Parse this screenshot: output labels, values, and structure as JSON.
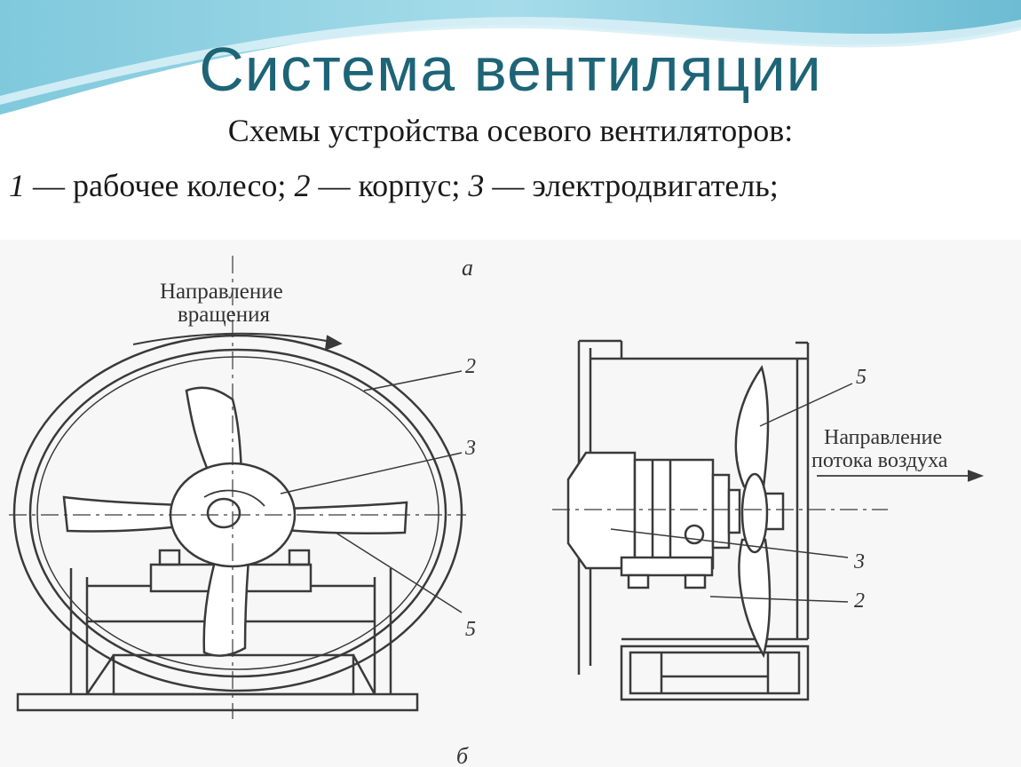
{
  "slide": {
    "title": "Система вентиляции",
    "subtitle": "Схемы устройства осевого вентиляторов:",
    "legend": {
      "n1": "1",
      "t1": " — рабочее колесо; ",
      "n2": "2",
      "t2": " — корпус; ",
      "n3": "3",
      "t3": " — электродвигатель;"
    }
  },
  "diagram": {
    "label_a": "а",
    "label_b": "б",
    "left_view": {
      "rotation_line1": "Направление",
      "rotation_line2": "вращения",
      "callout_2": "2",
      "callout_3": "3",
      "callout_5": "5"
    },
    "right_view": {
      "flow_line1": "Направление",
      "flow_line2": "потока воздуха",
      "callout_5": "5",
      "callout_3": "3",
      "callout_2": "2"
    }
  },
  "colors": {
    "title": "#1e6477",
    "wave_light": "#c9ebf3",
    "wave_mid": "#8ccfdf",
    "wave_dark": "#5fb4cc",
    "drawing": "#3a3a3a"
  }
}
